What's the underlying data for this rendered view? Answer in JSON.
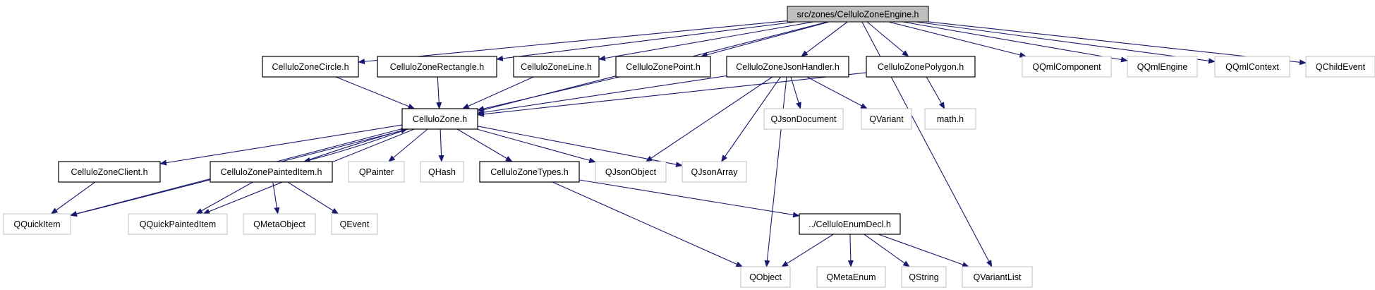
{
  "graph": {
    "edge_color": "#191970",
    "root_fill": "#bfbfbf",
    "system_border": "#bfbfbf",
    "nodes": [
      {
        "id": "root",
        "label": "src/zones/CelluloZoneEngine.h",
        "kind": "root"
      },
      {
        "id": "circle",
        "label": "CelluloZoneCircle.h",
        "kind": "local"
      },
      {
        "id": "rect",
        "label": "CelluloZoneRectangle.h",
        "kind": "local"
      },
      {
        "id": "line",
        "label": "CelluloZoneLine.h",
        "kind": "local"
      },
      {
        "id": "point",
        "label": "CelluloZonePoint.h",
        "kind": "local"
      },
      {
        "id": "json",
        "label": "CelluloZoneJsonHandler.h",
        "kind": "local"
      },
      {
        "id": "polygon",
        "label": "CelluloZonePolygon.h",
        "kind": "local"
      },
      {
        "id": "qqmlcomponent",
        "label": "QQmlComponent",
        "kind": "system"
      },
      {
        "id": "qqmlengine",
        "label": "QQmlEngine",
        "kind": "system"
      },
      {
        "id": "qqmlcontext",
        "label": "QQmlContext",
        "kind": "system"
      },
      {
        "id": "qchildevent",
        "label": "QChildEvent",
        "kind": "system"
      },
      {
        "id": "zone",
        "label": "CelluloZone.h",
        "kind": "local"
      },
      {
        "id": "qjsondocument",
        "label": "QJsonDocument",
        "kind": "system"
      },
      {
        "id": "qvariant",
        "label": "QVariant",
        "kind": "system"
      },
      {
        "id": "math",
        "label": "math.h",
        "kind": "system"
      },
      {
        "id": "client",
        "label": "CelluloZoneClient.h",
        "kind": "local"
      },
      {
        "id": "painted",
        "label": "CelluloZonePaintedItem.h",
        "kind": "local"
      },
      {
        "id": "qpainter",
        "label": "QPainter",
        "kind": "system"
      },
      {
        "id": "qhash",
        "label": "QHash",
        "kind": "system"
      },
      {
        "id": "types",
        "label": "CelluloZoneTypes.h",
        "kind": "local"
      },
      {
        "id": "qjsonobject",
        "label": "QJsonObject",
        "kind": "system"
      },
      {
        "id": "qjsonarray",
        "label": "QJsonArray",
        "kind": "system"
      },
      {
        "id": "qquickitem",
        "label": "QQuickItem",
        "kind": "system"
      },
      {
        "id": "qquickpainteditem",
        "label": "QQuickPaintedItem",
        "kind": "system"
      },
      {
        "id": "qmetaobject",
        "label": "QMetaObject",
        "kind": "system"
      },
      {
        "id": "qevent",
        "label": "QEvent",
        "kind": "system"
      },
      {
        "id": "enumdecl",
        "label": "../CelluloEnumDecl.h",
        "kind": "local"
      },
      {
        "id": "qobject",
        "label": "QObject",
        "kind": "system"
      },
      {
        "id": "qmetaenum",
        "label": "QMetaEnum",
        "kind": "system"
      },
      {
        "id": "qstring",
        "label": "QString",
        "kind": "system"
      },
      {
        "id": "qvariantlist",
        "label": "QVariantList",
        "kind": "system"
      }
    ],
    "edges": [
      [
        "root",
        "circle"
      ],
      [
        "root",
        "rect"
      ],
      [
        "root",
        "line"
      ],
      [
        "root",
        "point"
      ],
      [
        "root",
        "json"
      ],
      [
        "root",
        "polygon"
      ],
      [
        "root",
        "qqmlcomponent"
      ],
      [
        "root",
        "qqmlengine"
      ],
      [
        "root",
        "qqmlcontext"
      ],
      [
        "root",
        "qchildevent"
      ],
      [
        "root",
        "qquickitem"
      ],
      [
        "root",
        "qvariantlist"
      ],
      [
        "circle",
        "zone"
      ],
      [
        "rect",
        "zone"
      ],
      [
        "line",
        "zone"
      ],
      [
        "point",
        "zone"
      ],
      [
        "json",
        "zone"
      ],
      [
        "polygon",
        "zone"
      ],
      [
        "json",
        "qjsondocument"
      ],
      [
        "json",
        "qvariant"
      ],
      [
        "json",
        "qjsonobject"
      ],
      [
        "json",
        "qjsonarray"
      ],
      [
        "json",
        "qobject"
      ],
      [
        "polygon",
        "math"
      ],
      [
        "zone",
        "client"
      ],
      [
        "zone",
        "painted"
      ],
      [
        "zone",
        "qpainter"
      ],
      [
        "zone",
        "qhash"
      ],
      [
        "zone",
        "types"
      ],
      [
        "zone",
        "qjsonobject"
      ],
      [
        "zone",
        "qjsonarray"
      ],
      [
        "zone",
        "qquickitem"
      ],
      [
        "zone",
        "qquickpainteditem"
      ],
      [
        "painted",
        "zone"
      ],
      [
        "client",
        "qquickitem"
      ],
      [
        "painted",
        "qquickpainteditem"
      ],
      [
        "painted",
        "qmetaobject"
      ],
      [
        "painted",
        "qevent"
      ],
      [
        "types",
        "enumdecl"
      ],
      [
        "types",
        "qobject"
      ],
      [
        "enumdecl",
        "qobject"
      ],
      [
        "enumdecl",
        "qmetaenum"
      ],
      [
        "enumdecl",
        "qstring"
      ],
      [
        "enumdecl",
        "qvariantlist"
      ]
    ]
  }
}
